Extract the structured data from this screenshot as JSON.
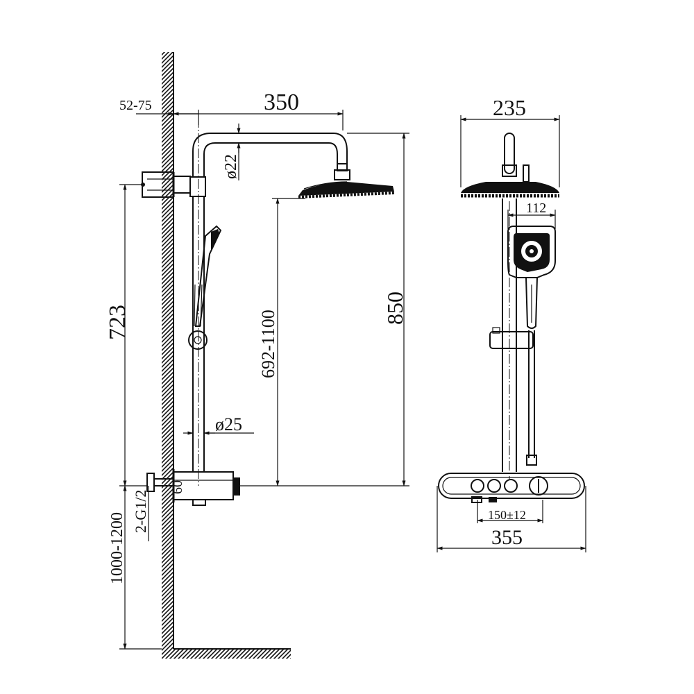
{
  "dimensions": {
    "wall_distance": "52-75",
    "arm_reach": "350",
    "arm_pipe_dia": "ø22",
    "bracket_height": "723",
    "showerhead_height": "692-1100",
    "overall_height": "850",
    "rail_pipe_dia": "ø25",
    "valve_depth": "60",
    "inlet_thread": "2-G1/2",
    "mount_height": "1000-1200",
    "head_width": "235",
    "handset_width": "112",
    "inlet_spacing": "150±12",
    "valve_width": "355"
  },
  "colors": {
    "line": "#111111",
    "background": "#ffffff"
  }
}
